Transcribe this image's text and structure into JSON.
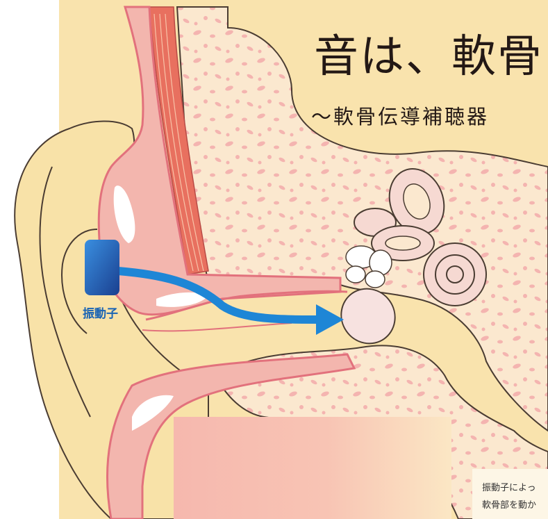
{
  "title": "音は、軟骨",
  "subtitle": "〜軟骨伝導補聴器",
  "vibrator_label": "振動子",
  "caption": {
    "line1": "振動子によっ",
    "line2": "軟骨部を動か"
  },
  "colors": {
    "background": "#f9e3ad",
    "skin": "#f8e2a8",
    "canal_wall": "#f3b6ae",
    "canal_outline": "#e2717c",
    "bone": "#fbe8cf",
    "bone_spots": "#f4b4b0",
    "muscle": "#e8705f",
    "vibrator": "#1d5fae",
    "arrow": "#1e86d6",
    "eardrum": "#f7e2e0",
    "ossicles": "#ffffff"
  }
}
